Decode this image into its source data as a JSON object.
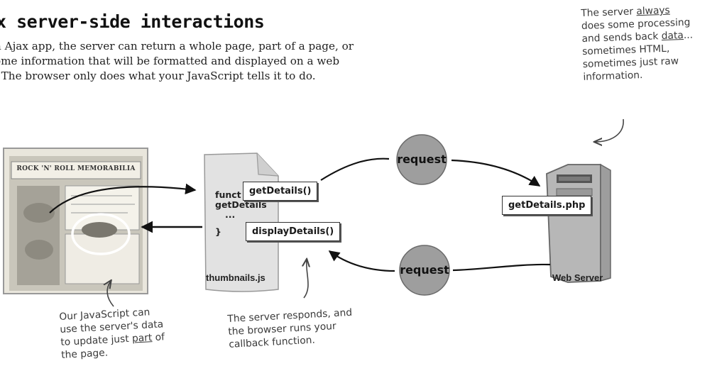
{
  "heading": "x server-side interactions",
  "intro": [
    "n Ajax app, the server can return a whole page, part of a page, or",
    "ome information that will be formatted and displayed on a web",
    ". The browser only does what your JavaScript tells it to do."
  ],
  "notes": {
    "server": {
      "l1a": "The server ",
      "l1u": "always",
      "l2": "does some processing",
      "l3a": "and sends back ",
      "l3u": "data",
      "l3b": "...",
      "l4": "sometimes HTML,",
      "l5": "sometimes just raw",
      "l6": "information."
    },
    "js": {
      "l1": "Our JavaScript can",
      "l2": "use the server's data",
      "l3a": "to update just ",
      "l3u": "part",
      "l3b": " of",
      "l4": "the page."
    },
    "callback": {
      "l1": "The server responds, and",
      "l2": "the browser runs your",
      "l3": "callback function."
    }
  },
  "webpage": {
    "banner": "ROCK 'N' ROLL MEMORABILIA"
  },
  "script_file": {
    "code_line1": "funct",
    "code_line2": "getDetails",
    "code_line3": "...",
    "code_line4": "}",
    "func_send": "getDetails()",
    "func_callback": "displayDetails()",
    "caption": "thumbnails.js"
  },
  "server": {
    "file": "getDetails.php",
    "caption": "Web Server"
  },
  "bubbles": {
    "top": "request",
    "bottom": "request"
  }
}
